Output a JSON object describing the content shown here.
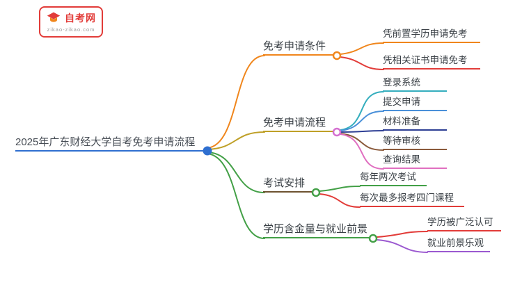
{
  "logo": {
    "title": "自考网",
    "subtitle": "zikao-zikao.com",
    "border_color": "#e23c39"
  },
  "mindmap": {
    "root": {
      "label": "2025年广东财经大学自考免考申请流程",
      "color": "#2f6fd0",
      "text_color": "#474d55"
    },
    "branches": [
      {
        "label": "免考申请条件",
        "line_color": "#f0861c",
        "underline_color": "#f0861c",
        "node_color": "#f0861c",
        "children": [
          {
            "label": "凭前置学历申请免考",
            "color": "#f0861c"
          },
          {
            "label": "凭相关证书申请免考",
            "color": "#e23c39"
          }
        ]
      },
      {
        "label": "免考申请流程",
        "line_color": "#bfa028",
        "underline_color": "#bfa028",
        "node_color": "#d46fd0",
        "children": [
          {
            "label": "登录系统",
            "color": "#35aebe"
          },
          {
            "label": "提交申请",
            "color": "#4a90d9"
          },
          {
            "label": "材料准备",
            "color": "#2d3e94"
          },
          {
            "label": "等待审核",
            "color": "#8a5a3b"
          },
          {
            "label": "查询结果",
            "color": "#e06fc0"
          }
        ]
      },
      {
        "label": "考试安排",
        "line_color": "#43a047",
        "underline_color": "#6d5230",
        "node_color": "#43a047",
        "children": [
          {
            "label": "每年两次考试",
            "color": "#43a047"
          },
          {
            "label": "每次最多报考四门课程",
            "color": "#e23c39"
          }
        ]
      },
      {
        "label": "学历含金量与就业前景",
        "line_color": "#43a047",
        "underline_color": "#43a047",
        "node_color": "#43a047",
        "children": [
          {
            "label": "学历被广泛认可",
            "color": "#e23c39"
          },
          {
            "label": "就业前景乐观",
            "color": "#9b59d0"
          }
        ]
      }
    ]
  }
}
